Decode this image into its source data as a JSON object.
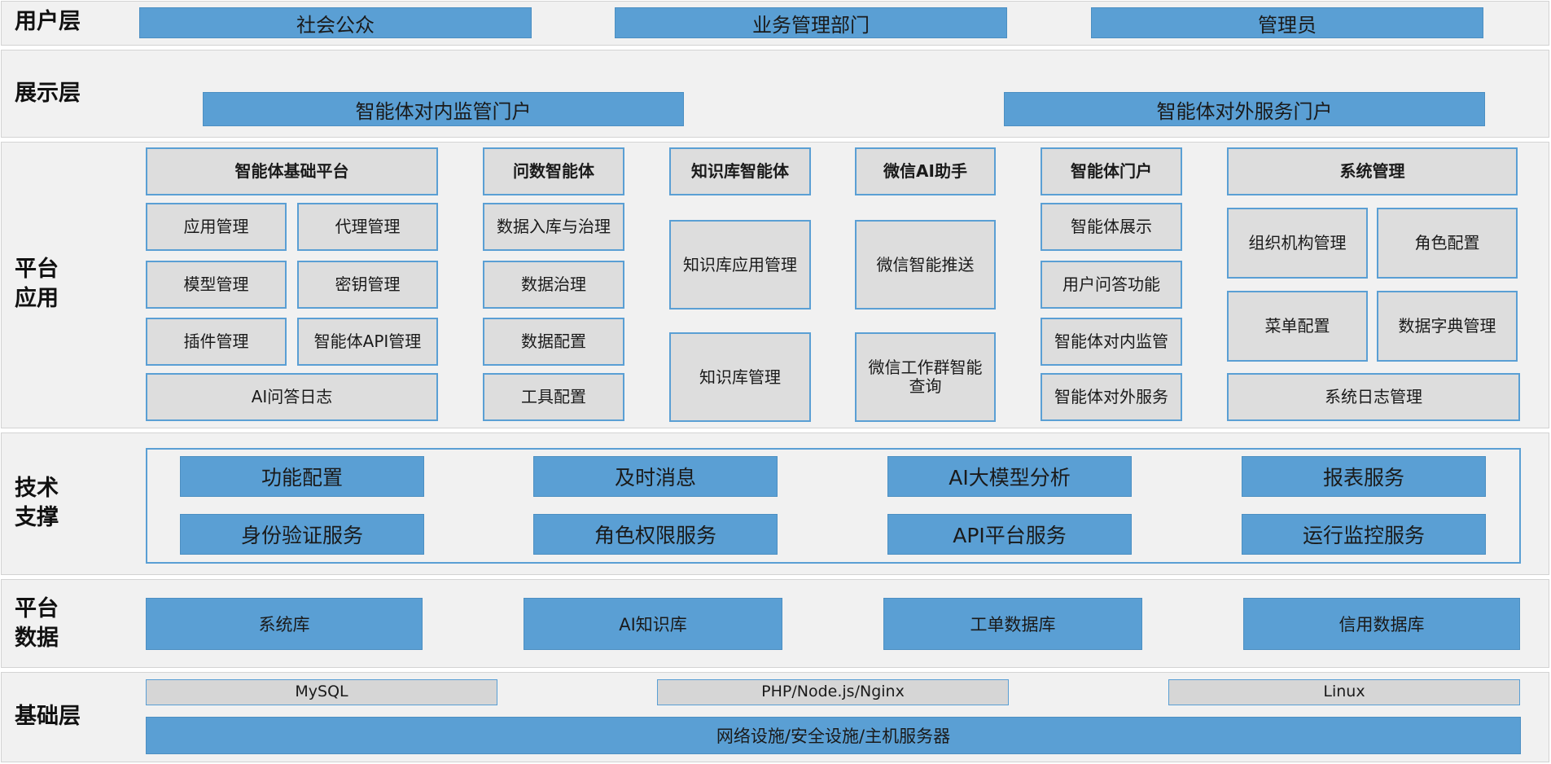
{
  "layers": {
    "user": "用户层",
    "presentation": "展示层",
    "platform_app": "平台\n应用",
    "tech_support": "技术\n支撑",
    "platform_data": "平台\n数据",
    "infrastructure": "基础层"
  },
  "users": [
    "社会公众",
    "业务管理部门",
    "管理员"
  ],
  "portals": [
    "智能体对内监管门户",
    "智能体对外服务门户"
  ],
  "apps": {
    "agent_platform": {
      "title": "智能体基础平台",
      "items": [
        "应用管理",
        "代理管理",
        "模型管理",
        "密钥管理",
        "插件管理",
        "智能体API管理"
      ],
      "footer": "AI问答日志"
    },
    "data_agent": {
      "title": "问数智能体",
      "items": [
        "数据入库与治理",
        "数据治理",
        "数据配置",
        "工具配置"
      ]
    },
    "kb_agent": {
      "title": "知识库智能体",
      "items": [
        "知识库应用管理",
        "知识库管理"
      ]
    },
    "wechat": {
      "title": "微信AI助手",
      "items": [
        "微信智能推送",
        "微信工作群智能\n查询"
      ]
    },
    "portal": {
      "title": "智能体门户",
      "items": [
        "智能体展示",
        "用户问答功能",
        "智能体对内监管",
        "智能体对外服务"
      ]
    },
    "system": {
      "title": "系统管理",
      "items": [
        "组织机构管理",
        "角色配置",
        "菜单配置",
        "数据字典管理"
      ],
      "footer": "系统日志管理"
    }
  },
  "tech": [
    "功能配置",
    "及时消息",
    "AI大模型分析",
    "报表服务",
    "身份验证服务",
    "角色权限服务",
    "API平台服务",
    "运行监控服务"
  ],
  "databases": [
    "系统库",
    "AI知识库",
    "工单数据库",
    "信用数据库"
  ],
  "infra": {
    "stack": [
      "MySQL",
      "PHP/Node.js/Nginx",
      "Linux"
    ],
    "base": "网络设施/安全设施/主机服务器"
  },
  "colors": {
    "accent_blue": "#5a9fd4",
    "box_gray": "#dddddd",
    "band_bg": "#f1f1f1"
  }
}
